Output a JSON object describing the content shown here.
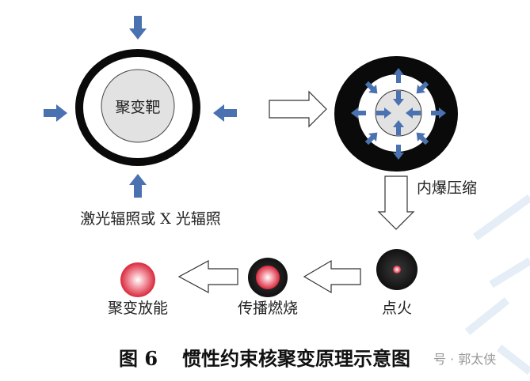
{
  "labels": {
    "target": "聚变靶",
    "irradiation": "激光辐照或 X 光辐照",
    "implosion": "内爆压缩",
    "ignition": "点火",
    "burn": "传播燃烧",
    "fusion_energy": "聚变放能"
  },
  "caption": {
    "number": "图 6",
    "text": "惯性约束核聚变原理示意图"
  },
  "watermark": "号 · 郭太侠",
  "colors": {
    "arrow_blue": "#4a72b0",
    "ring": "#0a0a0a",
    "target_fill": "#e2e2e2",
    "hot_red": "#e03a4a"
  }
}
